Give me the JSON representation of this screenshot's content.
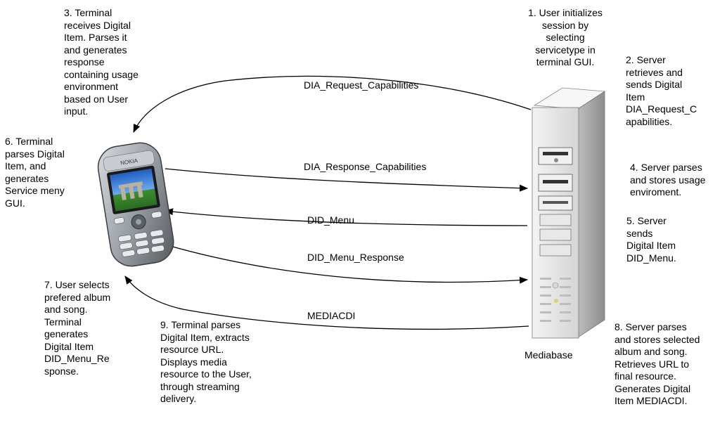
{
  "notes": {
    "n1": "1. User initializes\nsession by\nselecting\nservicetype in\nterminal GUI.",
    "n2": "2. Server\nretrieves and\nsends Digital\nItem\nDIA_Request_C\napabilities.",
    "n3": "3. Terminal\nreceives Digital\nItem. Parses it\nand generates\nresponse\ncontaining usage\nenvironment\nbased on User\ninput.",
    "n4": "4. Server parses\nand stores usage\nenviroment.",
    "n5": "5. Server\nsends\nDigital Item\nDID_Menu.",
    "n6": "6. Terminal\nparses Digital\nItem, and\ngenerates\nService meny\nGUI.",
    "n7": "7. User selects\nprefered album\nand song.\nTerminal\ngenerates\nDigital Item\nDID_Menu_Re\nsponse.",
    "n8": "8. Server parses\nand stores selected\nalbum and song.\nRetrieves URL to\nfinal resource.\nGenerates Digital\nItem MEDIACDI.",
    "n9": "9. Terminal parses\nDigital Item, extracts\nresource URL.\nDisplays media\nresource to the User,\nthrough streaming\ndelivery."
  },
  "messages": {
    "m1": "DIA_Request_Capabilities",
    "m2": "DIA_Response_Capabilities",
    "m3": "DID_Menu",
    "m4": "DID_Menu_Response",
    "m5": "MEDIACDI"
  },
  "server_label": "Mediabase",
  "phone_brand": "NOKIA",
  "colors": {
    "arrow": "#000000",
    "phone_body": "#8f949a",
    "screen_sky": "#3f7fd6",
    "screen_grass": "#3d8f32",
    "server_body": "#e6e6e6"
  }
}
